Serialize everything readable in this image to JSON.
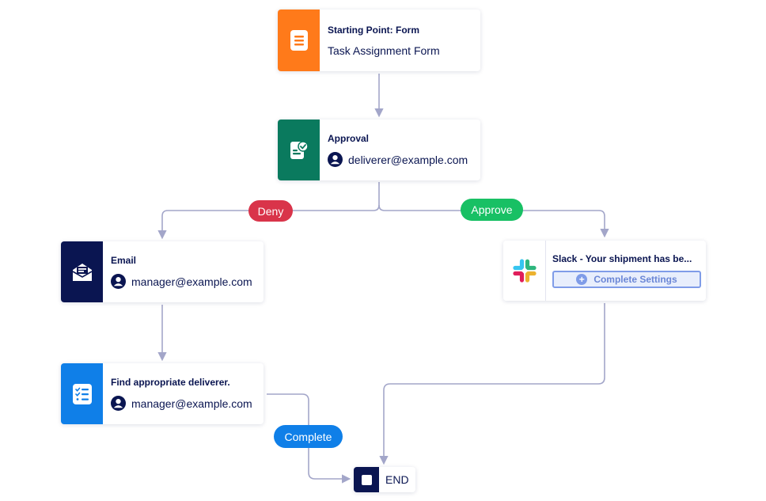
{
  "colors": {
    "form": "#ff7a1a",
    "approval": "#0a7a5e",
    "email": "#0a1551",
    "task": "#0f7fe8",
    "deny": "#d9344a",
    "approve": "#18c064",
    "complete": "#0f7fe8",
    "connector": "#a3a6c9"
  },
  "nodes": {
    "start": {
      "title": "Starting Point: Form",
      "subtitle": "Task Assignment Form",
      "icon": "form-icon"
    },
    "approval": {
      "title": "Approval",
      "assignee": "deliverer@example.com",
      "icon": "approval-icon"
    },
    "email": {
      "title": "Email",
      "assignee": "manager@example.com",
      "icon": "email-icon"
    },
    "task": {
      "title": "Find appropriate deliverer.",
      "assignee": "manager@example.com",
      "icon": "task-list-icon"
    },
    "slack": {
      "title": "Slack - Your shipment has be...",
      "button_label": "Complete Settings",
      "icon": "slack-icon"
    },
    "end": {
      "label": "END",
      "icon": "stop-icon"
    }
  },
  "branches": {
    "deny": "Deny",
    "approve": "Approve",
    "complete": "Complete"
  }
}
